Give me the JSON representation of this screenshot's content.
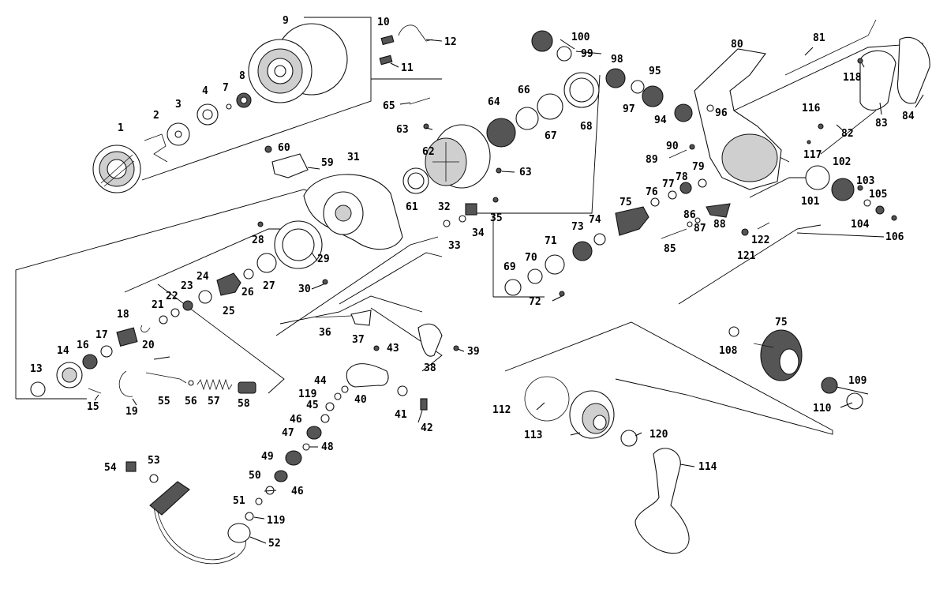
{
  "labels": {
    "p1": "1",
    "p2": "2",
    "p3": "3",
    "p4": "4",
    "p7": "7",
    "p8": "8",
    "p9": "9",
    "p10": "10",
    "p11": "11",
    "p12": "12",
    "p13": "13",
    "p14": "14",
    "p15": "15",
    "p16": "16",
    "p17": "17",
    "p18": "18",
    "p19": "19",
    "p20": "20",
    "p21": "21",
    "p22": "22",
    "p23": "23",
    "p24": "24",
    "p25": "25",
    "p26": "26",
    "p27": "27",
    "p28": "28",
    "p29": "29",
    "p30": "30",
    "p31": "31",
    "p32": "32",
    "p33": "33",
    "p34": "34",
    "p35": "35",
    "p36": "36",
    "p37": "37",
    "p38": "38",
    "p39": "39",
    "p40": "40",
    "p41": "41",
    "p42": "42",
    "p43": "43",
    "p44": "44",
    "p45": "45",
    "p46a": "46",
    "p46b": "46",
    "p47": "47",
    "p48": "48",
    "p49": "49",
    "p50": "50",
    "p51": "51",
    "p52": "52",
    "p53": "53",
    "p54": "54",
    "p55": "55",
    "p56": "56",
    "p57": "57",
    "p58": "58",
    "p59": "59",
    "p60": "60",
    "p61": "61",
    "p62": "62",
    "p63a": "63",
    "p63b": "63",
    "p64": "64",
    "p65": "65",
    "p66": "66",
    "p67": "67",
    "p68": "68",
    "p69": "69",
    "p70": "70",
    "p71": "71",
    "p72": "72",
    "p73": "73",
    "p74": "74",
    "p75a": "75",
    "p75b": "75",
    "p76": "76",
    "p77": "77",
    "p78": "78",
    "p79": "79",
    "p80": "80",
    "p81": "81",
    "p82": "82",
    "p83": "83",
    "p84": "84",
    "p85": "85",
    "p86": "86",
    "p87": "87",
    "p88": "88",
    "p89": "89",
    "p90": "90",
    "p94": "94",
    "p95": "95",
    "p96": "96",
    "p97": "97",
    "p98": "98",
    "p99": "99",
    "p100": "100",
    "p101": "101",
    "p102": "102",
    "p103": "103",
    "p104": "104",
    "p105": "105",
    "p106": "106",
    "p108": "108",
    "p109": "109",
    "p110": "110",
    "p112": "112",
    "p113": "113",
    "p114": "114",
    "p116": "116",
    "p117": "117",
    "p118": "118",
    "p119a": "119",
    "p119b": "119",
    "p120": "120",
    "p121": "121",
    "p122": "122"
  }
}
